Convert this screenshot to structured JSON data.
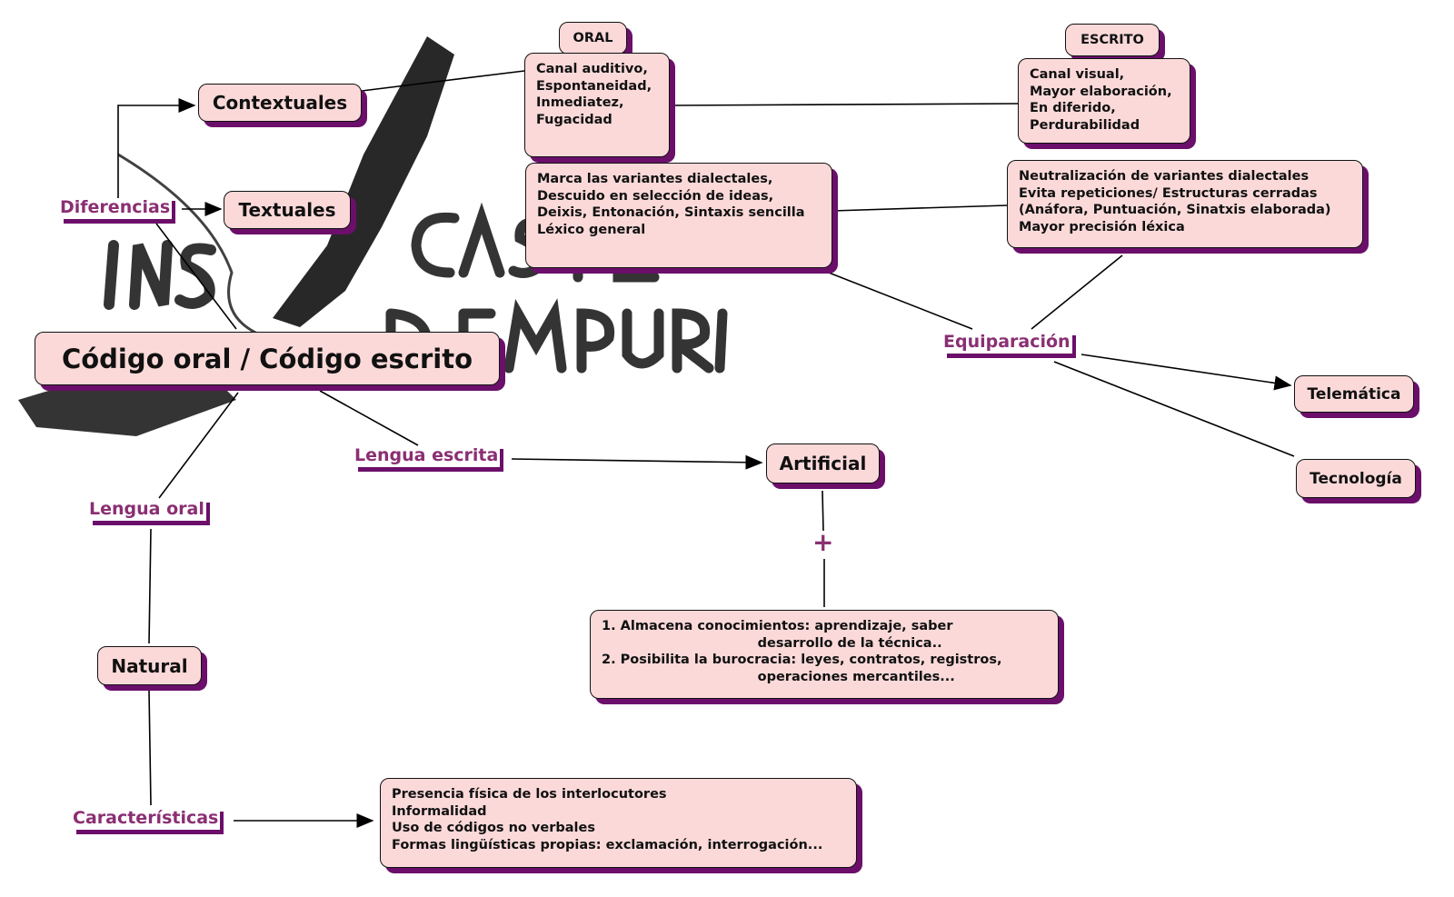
{
  "background_logo": {
    "line1": "INS",
    "line2": "CASTELLÓ",
    "line3": "D'EMPÚRIES"
  },
  "main_node": "Código oral / Código escrito",
  "labels": {
    "diferencias": "Diferencias",
    "lengua_escrita": "Lengua escrita",
    "lengua_oral": "Lengua oral",
    "equiparacion": "Equiparación",
    "caracteristicas": "Características",
    "plus": "+"
  },
  "nodes": {
    "contextuales": "Contextuales",
    "textuales": "Textuales",
    "oral_header": "ORAL",
    "escrito_header": "ESCRITO",
    "oral_contextual": "Canal auditivo,\nEspontaneidad,\nInmediatez,\nFugacidad",
    "escrito_contextual": "Canal visual,\nMayor elaboración,\nEn diferido,\nPerdurabilidad",
    "oral_textual": "Marca las variantes dialectales,\nDescuido en selección de ideas,\nDeixis, Entonación, Sintaxis sencilla\nLéxico general",
    "escrito_textual": "Neutralización de variantes dialectales\nEvita repeticiones/ Estructuras cerradas\n(Anáfora, Puntuación, Sinatxis elaborada)\nMayor precisión léxica",
    "telematica": "Telemática",
    "tecnologia": "Tecnología",
    "artificial": "Artificial",
    "artificial_desc": "1. Almacena conocimientos: aprendizaje, saber\n                                  desarrollo de la técnica..\n2. Posibilita la burocracia: leyes, contratos, registros,\n                                  operaciones mercantiles...",
    "natural": "Natural",
    "caracteristicas_desc": "Presencia física de los interlocutores\nInformalidad\nUso de códigos no verbales\nFormas lingüísticas propias: exclamación, interrogación..."
  },
  "colors": {
    "node_fill": "#fbd9d9",
    "shadow": "#6b0f6b",
    "label": "#8a2f73"
  }
}
